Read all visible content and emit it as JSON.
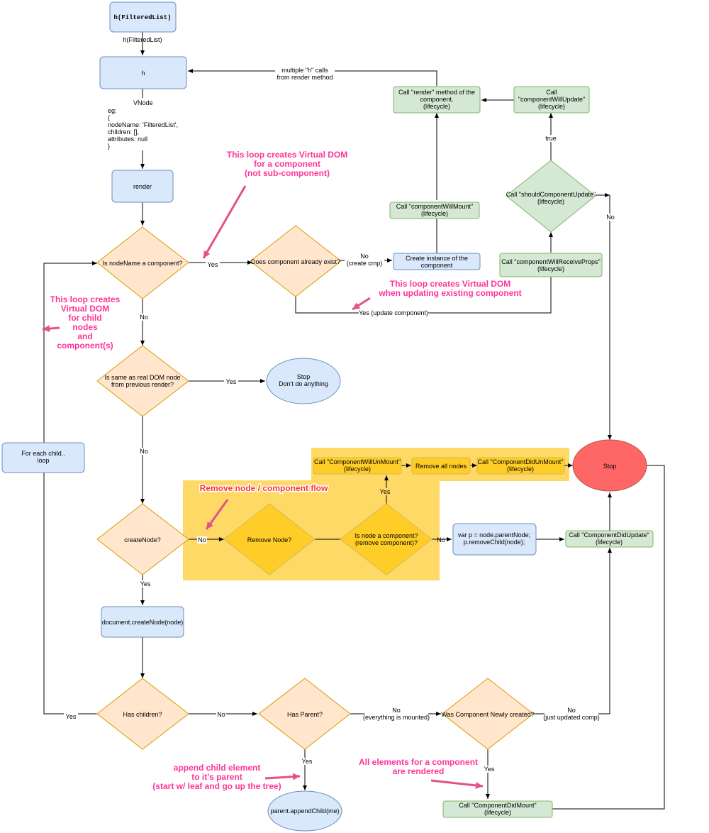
{
  "colors": {
    "blue_fill": "#dae8fc",
    "blue_stroke": "#6c8ebf",
    "green_fill": "#d5e8d4",
    "green_stroke": "#82b366",
    "orange_fill": "#ffe6cc",
    "orange_stroke": "#d79b00",
    "yellow_region": "#ffd966",
    "yellow_fill": "#ffcd28",
    "yellow_stroke": "#d6b656",
    "red_fill": "#ff6666",
    "red_stroke": "#b85450",
    "annotation": "#ff3399"
  },
  "nodes": {
    "h_filtered": "h(FilteredList)",
    "h": "h",
    "render": "render",
    "is_component": "Is nodeName a component?",
    "already_exist": "Does component already exist?",
    "create_instance": [
      "Create instance of the",
      "component"
    ],
    "will_mount": [
      "Call \"componentWillMount\"",
      "(lifecycle)"
    ],
    "render_method": [
      "Call \"render\" method of the",
      "component.",
      "(lifecycle)"
    ],
    "will_update": [
      "Call",
      "\"componentWillUpdate\"",
      "(lifecycle)"
    ],
    "should_update": [
      "Call \"shouldComponentUpdate\"",
      "(lifecycle)"
    ],
    "will_receive_props": [
      "Call \"componentWillReceiveProps\"",
      "(lifecycle)"
    ],
    "same_as_real": [
      "Is same as real DOM node",
      "from previous render?"
    ],
    "stop_nothing": [
      "Stop",
      "Don't do anything"
    ],
    "for_each": [
      "For each child..",
      "loop"
    ],
    "will_unmount": [
      "Call \"ComponentWillUnMount\"",
      "(lifecycle)"
    ],
    "remove_all": "Remove all nodes",
    "did_unmount": [
      "Call \"ComponentDidUnMount\"",
      "(lifecycle)"
    ],
    "stop": "Stop",
    "create_node_q": "createNode?",
    "remove_node_q": "Remove Node?",
    "is_node_component": [
      "Is node a component?",
      "(remove component)?"
    ],
    "remove_child": [
      "var p = node.parentNode;",
      "p.removeChild(node);"
    ],
    "did_update": [
      "Call \"ComponentDidUpdate\"",
      "(lifecycle)"
    ],
    "create_node": "document.createNode(node)",
    "has_children": "Has children?",
    "has_parent": "Has Parent?",
    "newly_created": "Was Component Newly created?",
    "append_child": "parent.appendChild(me)",
    "did_mount": [
      "Call \"ComponentDidMount\"",
      "(lifecycle)"
    ]
  },
  "edge_labels": {
    "h_filtered": "h(FilteredList)",
    "multiple_h": [
      "multiple \"h\" calls",
      "from render method"
    ],
    "vnode": [
      "VNode",
      "eg:",
      "{",
      "  nodeName: 'FilteredList',",
      "  children: [],",
      "  attributes: null",
      "}"
    ],
    "yes1": "Yes",
    "no_create": [
      "No",
      "(create cmp)"
    ],
    "yes_update": "Yes (update component)",
    "true": "true",
    "no_should": "No",
    "no1": "No",
    "yes_same": "Yes",
    "no2": "No",
    "no_create_node": "No",
    "no_is_comp": "No",
    "yes_is_comp": "Yes",
    "yes_create": "Yes",
    "yes_children": "Yes",
    "no_children": "No",
    "no_parent": [
      "No",
      "(everything is mounted)"
    ],
    "yes_parent": "Yes",
    "no_newly": [
      "No",
      "(just updated comp)"
    ],
    "yes_newly": "Yes"
  },
  "annotations": {
    "vdom_component": [
      "This loop creates Virtual DOM",
      "for a component",
      "(not sub-component)"
    ],
    "vdom_child": [
      "This loop creates",
      "Virtual DOM",
      "for child",
      "nodes",
      "and",
      "component(s)"
    ],
    "vdom_update": [
      "This loop creates Virtual DOM",
      "when updating existing component"
    ],
    "remove_flow": "Remove node / component flow",
    "append_child": [
      "append child element",
      "to it's parent",
      "(start w/ leaf and go up the tree)"
    ],
    "all_rendered": [
      "All elements for a component",
      "are rendered"
    ]
  }
}
